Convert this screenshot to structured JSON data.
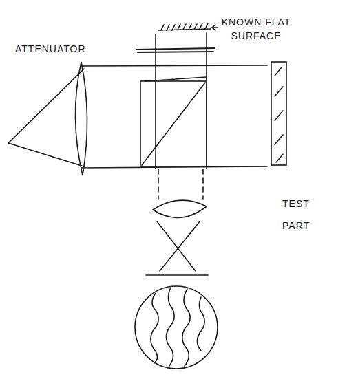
{
  "diagram": {
    "labels": [
      "KNOWN FLAT SURFACE",
      "ATTENUATOR",
      "TEST PART"
    ]
  }
}
